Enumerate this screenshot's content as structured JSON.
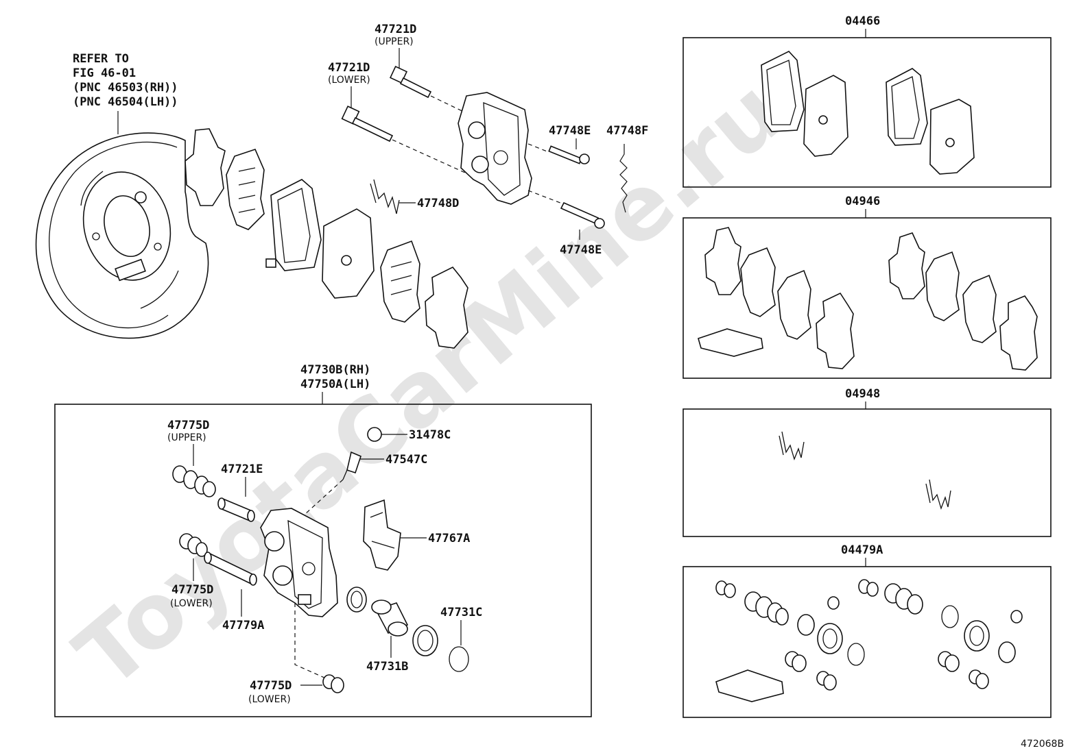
{
  "watermark": "ToyotaCarMine.ru",
  "refer": {
    "line1": "REFER TO",
    "line2": "FIG 46-01",
    "line3": "(PNC 46503(RH))",
    "line4": "(PNC 46504(LH))"
  },
  "labels": {
    "p47721D_upper": "47721D",
    "upper": "(UPPER)",
    "p47721D_lower": "47721D",
    "lower": "(LOWER)",
    "p47748E_top": "47748E",
    "p47748F": "47748F",
    "p47748D": "47748D",
    "p47748E_bottom": "47748E",
    "caliper_rh": "47730B(RH)",
    "caliper_lh": "47750A(LH)",
    "p47775D_upper": "47775D",
    "p47775D_upper_sub": "(UPPER)",
    "p47721E": "47721E",
    "p31478C": "31478C",
    "p47547C": "47547C",
    "p47767A": "47767A",
    "p47775D_lower": "47775D",
    "p47775D_lower_sub": "(LOWER)",
    "p47779A": "47779A",
    "p47731C": "47731C",
    "p47731B": "47731B",
    "p47775D_lower2": "47775D",
    "p47775D_lower2_sub": "(LOWER)"
  },
  "kits": {
    "k04466": "04466",
    "k04946": "04946",
    "k04948": "04948",
    "k04479A": "04479A"
  },
  "catalog_number": "472068B"
}
